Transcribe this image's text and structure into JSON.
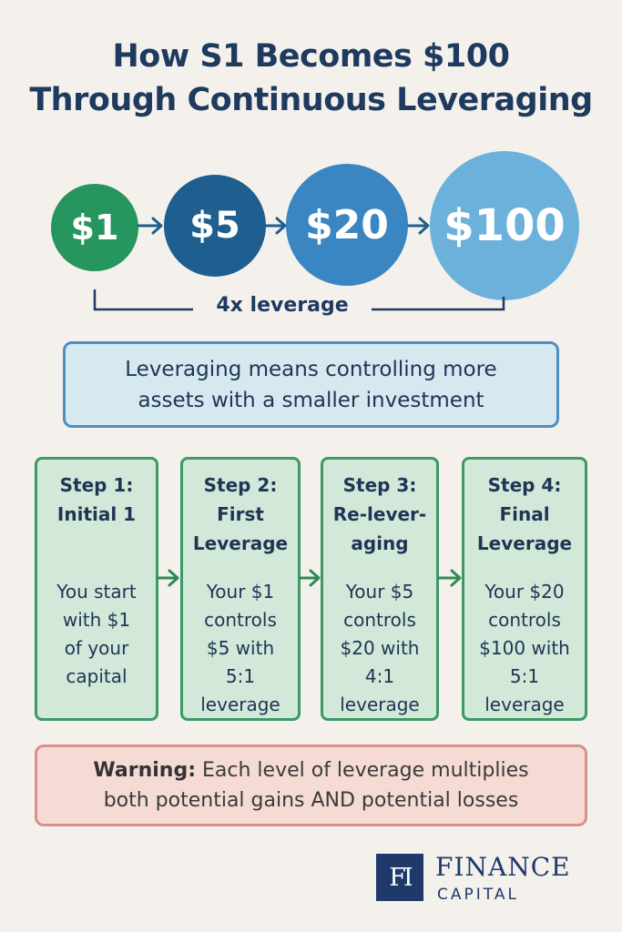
{
  "title": {
    "line1": "How S1 Becomes $100",
    "line2": "Through Continuous Leveraging"
  },
  "flow": {
    "nodes": [
      "$1",
      "$5",
      "$20",
      "$100"
    ],
    "bracket_label": "4x leverage"
  },
  "definition": {
    "line1": "Leveraging means controlling more",
    "line2": "assets with a smaller investment"
  },
  "steps": [
    {
      "head": [
        "Step 1:",
        "Initial 1"
      ],
      "body": [
        "You start",
        "with $1",
        "of your",
        "capital"
      ]
    },
    {
      "head": [
        "Step 2:",
        "First",
        "Leverage"
      ],
      "body": [
        "Your $1",
        "controls",
        "$5 with",
        "5:1",
        "leverage"
      ]
    },
    {
      "head": [
        "Step 3:",
        "Re-lever-",
        "aging"
      ],
      "body": [
        "Your $5",
        "controls",
        "$20 with",
        "4:1",
        "leverage"
      ]
    },
    {
      "head": [
        "Step 4:",
        "Final",
        "Leverage"
      ],
      "body": [
        "Your $20",
        "controls",
        "$100 with",
        "5:1",
        "leverage"
      ]
    }
  ],
  "warning": {
    "label": "Warning:",
    "line1_rest": " Each level of leverage multiplies",
    "line2": "both potential gains AND potential losses"
  },
  "logo": {
    "mark": "FI",
    "name": "FINANCE",
    "sub": "CAPITAL"
  },
  "colors": {
    "node1": "#27965e",
    "node2": "#1e5f8f",
    "node3": "#3a86c2",
    "node4": "#6cb1dc",
    "step_border": "#3d9a63",
    "warning_border": "#d8918a",
    "brand_navy": "#1f3a6a"
  }
}
